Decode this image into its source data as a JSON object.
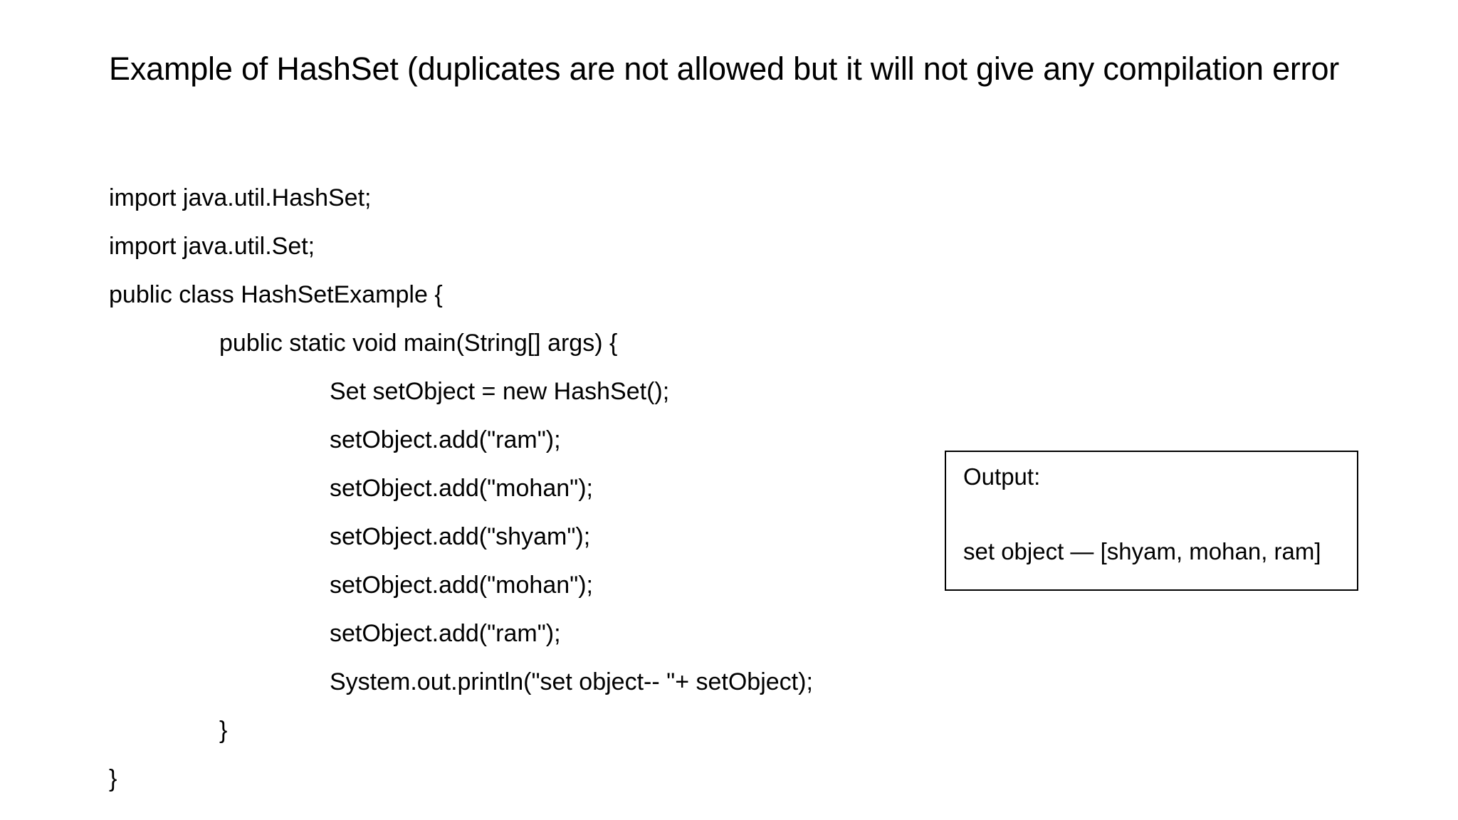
{
  "slide": {
    "title": "Example of HashSet (duplicates are not allowed but it will not give any compilation error",
    "background_color": "#ffffff",
    "text_color": "#000000"
  },
  "code": {
    "language": "java",
    "lines": [
      {
        "indent": 0,
        "text": "import java.util.HashSet;"
      },
      {
        "indent": 0,
        "text": "import java.util.Set;"
      },
      {
        "indent": 0,
        "text": "public class HashSetExample {"
      },
      {
        "indent": 1,
        "text": "public static void main(String[] args) {"
      },
      {
        "indent": 2,
        "text": "Set setObject = new HashSet();"
      },
      {
        "indent": 2,
        "text": "setObject.add(\"ram\");"
      },
      {
        "indent": 2,
        "text": "setObject.add(\"mohan\");"
      },
      {
        "indent": 2,
        "text": "setObject.add(\"shyam\");"
      },
      {
        "indent": 2,
        "text": "setObject.add(\"mohan\");"
      },
      {
        "indent": 2,
        "text": "setObject.add(\"ram\");"
      },
      {
        "indent": 2,
        "text": "System.out.println(\"set object-- \"+ setObject);"
      },
      {
        "indent": 1,
        "text": "}"
      },
      {
        "indent": 0,
        "text": "}"
      }
    ]
  },
  "output_box": {
    "label": "Output:",
    "result": "set object — [shyam, mohan, ram]",
    "border_color": "#000000",
    "background_color": "#ffffff"
  }
}
